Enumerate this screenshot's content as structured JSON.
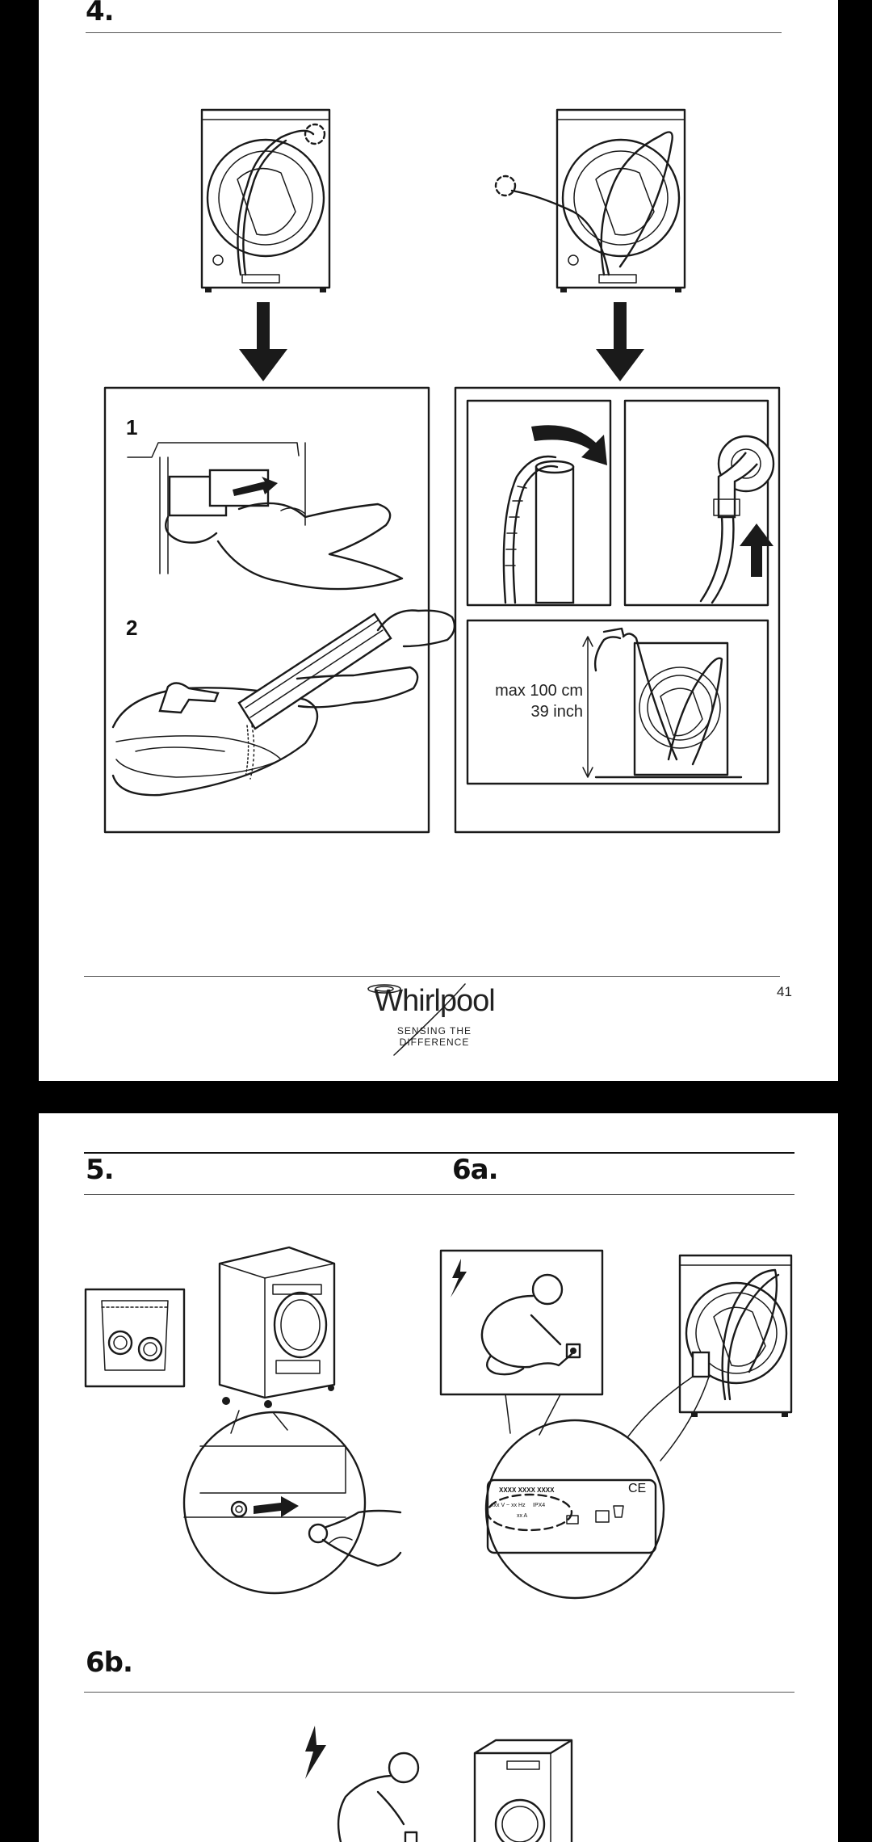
{
  "page1": {
    "section_title": "4.",
    "step_labels": [
      "1",
      "2"
    ],
    "measurement": {
      "max_height": "max 100 cm",
      "max_height_inch": "39 inch"
    },
    "page_number": "41",
    "brand": {
      "name": "Whirlpool",
      "tagline": "SENSING THE DIFFERENCE"
    }
  },
  "page2": {
    "section_5_title": "5.",
    "section_6a_title": "6a.",
    "section_6b_title": "6b.",
    "rating_plate": {
      "model": "XXXX XXXX XXXX",
      "voltage": "xxx V ~ xx Hz",
      "ip": "IPX4",
      "amps": "xx A",
      "ce_mark": "CE"
    }
  }
}
